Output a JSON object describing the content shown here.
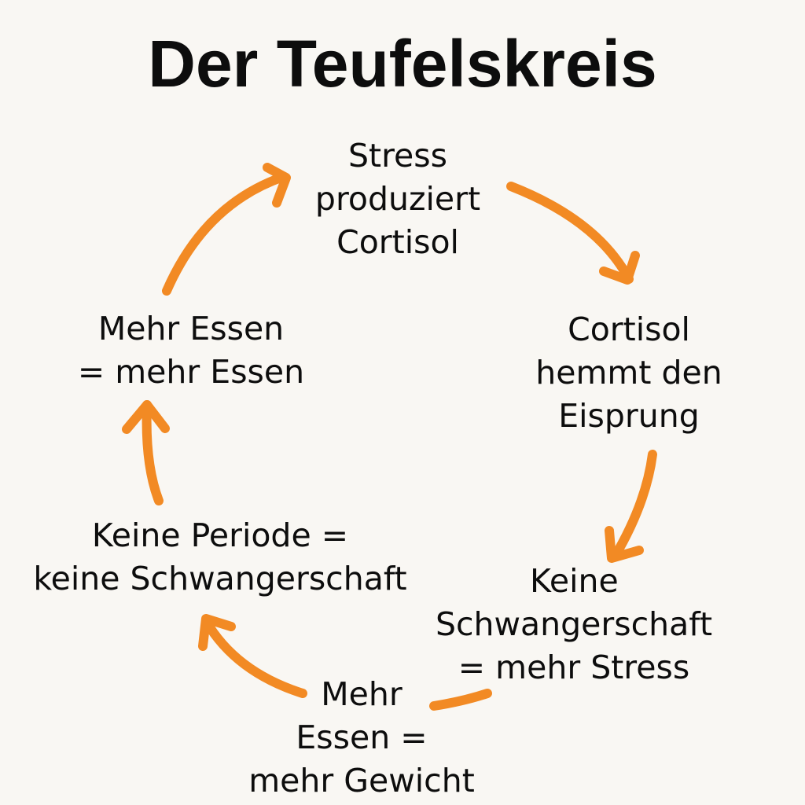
{
  "title": "Der Teufelskreis",
  "accent_color": "#f28a24",
  "nodes": [
    {
      "id": "stress",
      "lines": [
        "Stress",
        "produziert",
        "Cortisol"
      ]
    },
    {
      "id": "cortisol",
      "lines": [
        "Cortisol",
        "hemmt den",
        "Eisprung"
      ]
    },
    {
      "id": "keine-schwangerschaft",
      "lines": [
        "Keine",
        "Schwangerschaft",
        "= mehr Stress"
      ]
    },
    {
      "id": "mehr-essen-gewicht",
      "lines": [
        "Mehr",
        "Essen =",
        "mehr Gewicht"
      ]
    },
    {
      "id": "keine-periode",
      "lines": [
        "Keine Periode =",
        "keine Schwangerschaft"
      ]
    },
    {
      "id": "mehr-essen",
      "lines": [
        "Mehr Essen",
        "= mehr Essen"
      ]
    }
  ],
  "edges": [
    {
      "from": "stress",
      "to": "cortisol"
    },
    {
      "from": "cortisol",
      "to": "keine-schwangerschaft"
    },
    {
      "from": "keine-schwangerschaft",
      "to": "mehr-essen-gewicht"
    },
    {
      "from": "mehr-essen-gewicht",
      "to": "keine-periode"
    },
    {
      "from": "keine-periode",
      "to": "mehr-essen"
    },
    {
      "from": "mehr-essen",
      "to": "stress"
    }
  ]
}
